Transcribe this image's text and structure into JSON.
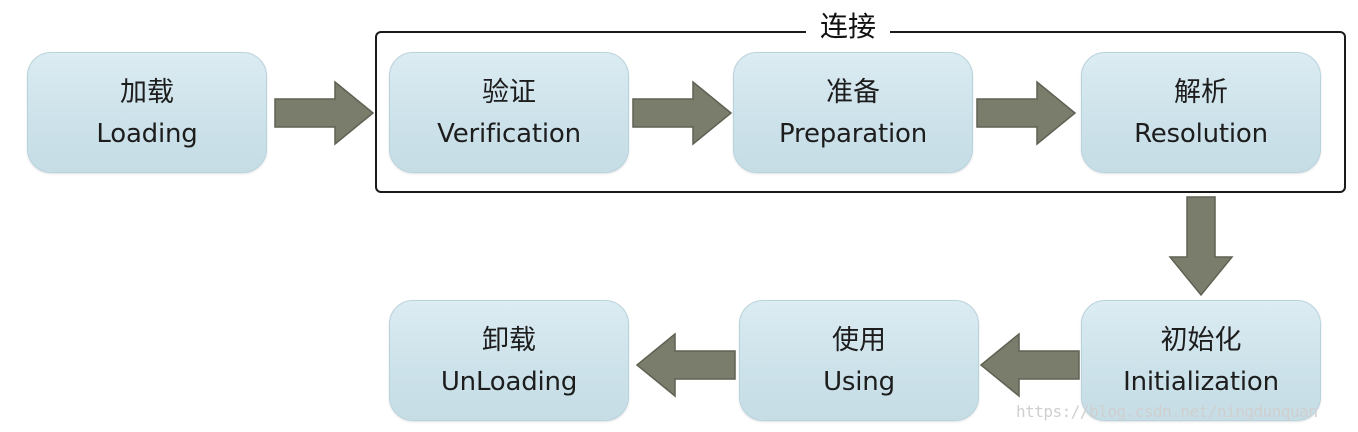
{
  "group": {
    "title": "连接"
  },
  "nodes": {
    "loading": {
      "zh": "加载",
      "en": "Loading"
    },
    "verification": {
      "zh": "验证",
      "en": "Verification"
    },
    "preparation": {
      "zh": "准备",
      "en": "Preparation"
    },
    "resolution": {
      "zh": "解析",
      "en": "Resolution"
    },
    "initialization": {
      "zh": "初始化",
      "en": "Initialization"
    },
    "using": {
      "zh": "使用",
      "en": "Using"
    },
    "unloading": {
      "zh": "卸载",
      "en": "UnLoading"
    }
  },
  "flow": [
    {
      "from": "loading",
      "to": "verification",
      "direction": "right"
    },
    {
      "from": "verification",
      "to": "preparation",
      "direction": "right"
    },
    {
      "from": "preparation",
      "to": "resolution",
      "direction": "right"
    },
    {
      "from": "resolution",
      "to": "initialization",
      "direction": "down"
    },
    {
      "from": "initialization",
      "to": "using",
      "direction": "left"
    },
    {
      "from": "using",
      "to": "unloading",
      "direction": "left"
    }
  ],
  "colors": {
    "node_fill": "#cfe3eb",
    "node_border": "#b9d3dd",
    "arrow_fill": "#7b7d6c",
    "arrow_edge": "#5f6153",
    "frame": "#1a1a1a"
  },
  "watermark": "https://blog.csdn.net/ningdunquan"
}
